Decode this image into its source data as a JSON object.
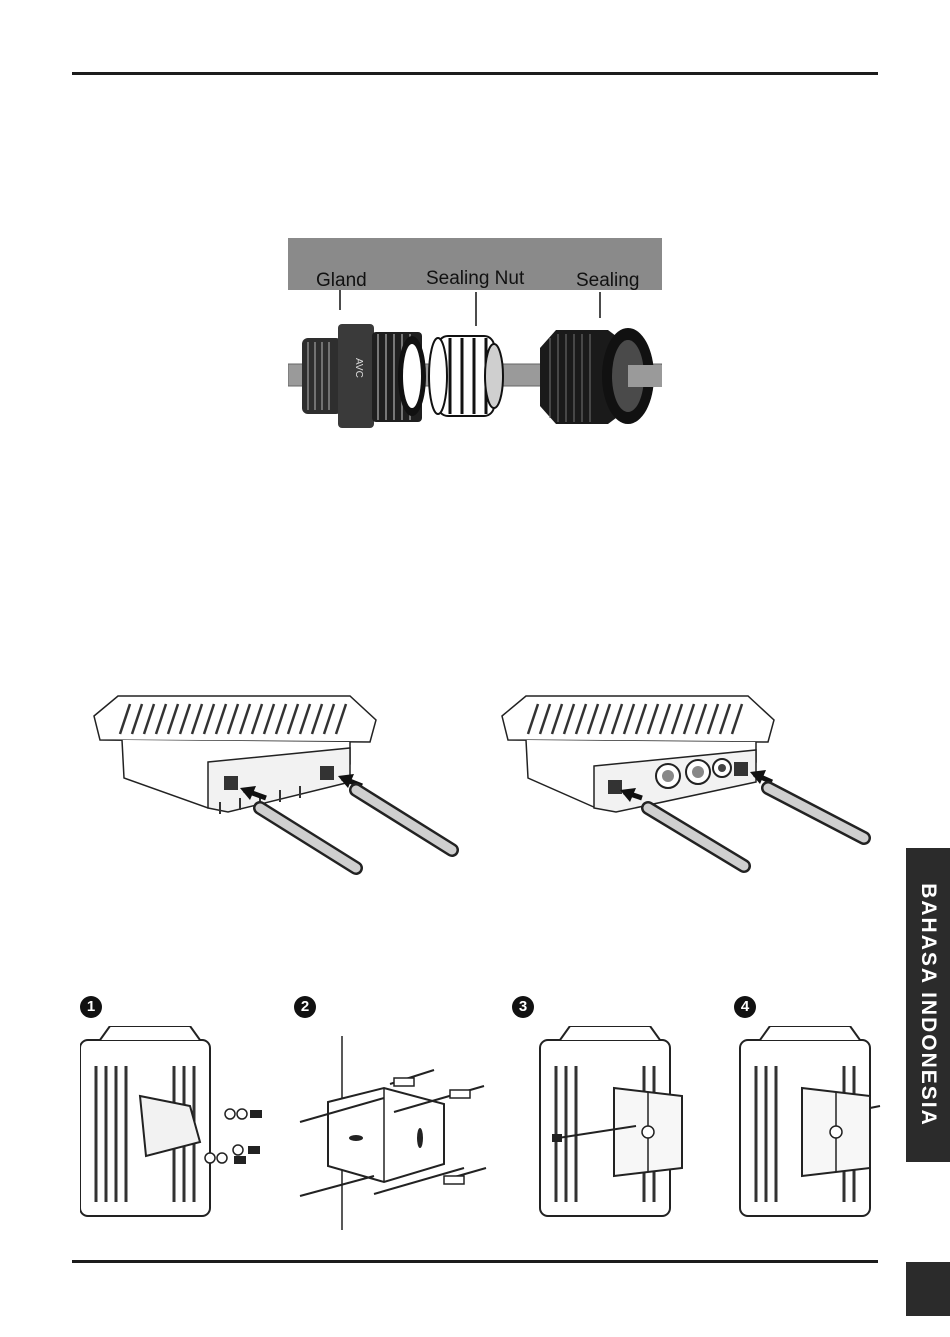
{
  "gland_figure": {
    "labels": {
      "gland": "Gland",
      "sealing_nut": "Sealing Nut",
      "sealing": "Sealing"
    },
    "gland_marking": "AVC"
  },
  "steps": [
    "1",
    "2",
    "3",
    "4"
  ],
  "side_tab": "BAHASA INDONESIA",
  "colors": {
    "rule": "#1c1c1c",
    "tab": "#2b2b2b",
    "band": "#8a8a8a"
  }
}
